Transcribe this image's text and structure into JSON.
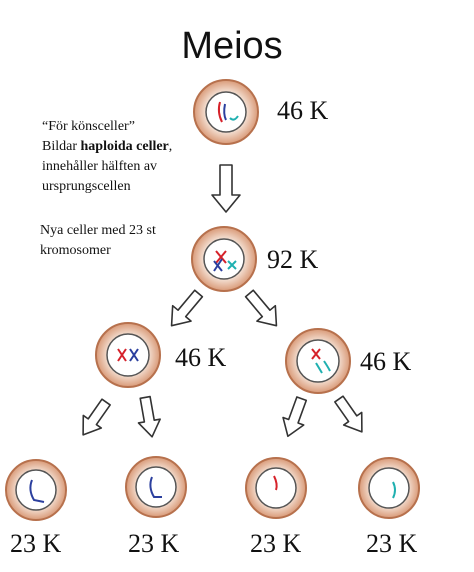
{
  "title": "Meios",
  "note1": {
    "line1": "“För könsceller”",
    "line2_normal": "Bildar ",
    "line2_bold": "haploida celler",
    "line2_end": ",",
    "line3": "innehåller hälften av",
    "line4": "ursprungscellen"
  },
  "note2": {
    "line1": "Nya celler med 23 st",
    "line2": "kromosomer"
  },
  "cells": {
    "top": {
      "label": "46 K"
    },
    "duplicated": {
      "label": "92 K"
    },
    "mid_left": {
      "label": "46 K"
    },
    "mid_right": {
      "label": "46 K"
    },
    "bottom_1": {
      "label": "23 K"
    },
    "bottom_2": {
      "label": "23 K"
    },
    "bottom_3": {
      "label": "23 K"
    },
    "bottom_4": {
      "label": "23 K"
    }
  },
  "colors": {
    "cell_membrane": "#c9845a",
    "cell_fill": "#f3dfd2",
    "nucleus_fill": "#ffffff",
    "chromosome_red": "#d6222a",
    "chromosome_blue": "#2b3f9e",
    "chromosome_teal": "#1fb0b0",
    "arrow_stroke": "#333333"
  }
}
